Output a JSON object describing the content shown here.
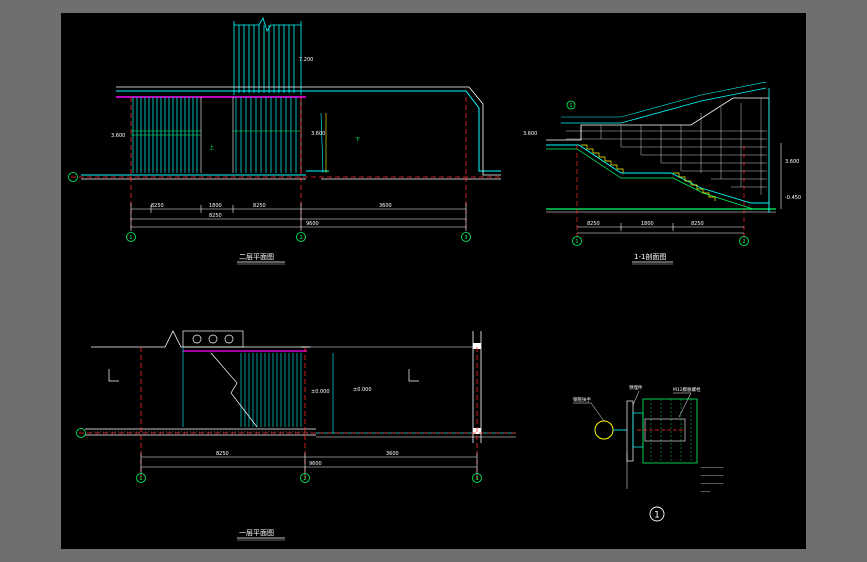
{
  "colors": {
    "frame_bg": "#6f6f6f",
    "drawing_bg": "#000000",
    "axis_red": "#ff2a2a",
    "wall_white": "#ffffff",
    "cyan": "#00ffff",
    "green": "#00ff66",
    "yellow": "#ffff00",
    "magenta": "#ff00ff",
    "label_yellow": "#e8e800"
  },
  "drawings": {
    "plan_second_floor": {
      "title": "二层平面图",
      "axis_left": "1",
      "axis_mid": "2",
      "axis_right": "3",
      "elev_top": "7.200",
      "elev_left": "3.600",
      "elev_mid": "3.600",
      "dim_segments": [
        "8250",
        "1800",
        "8250",
        "3600"
      ],
      "dim_totals": [
        "8250",
        "9600"
      ],
      "label_up": "上",
      "label_down": "下"
    },
    "section_1_1": {
      "title": "1-1剖面图",
      "axis_left": "1",
      "axis_right": "2",
      "elev_left": "3.600",
      "elev_right": "3.600",
      "elev_ground": "-0.450",
      "dims": [
        "8250",
        "1800",
        "8250"
      ],
      "section_mark": "1"
    },
    "plan_first_floor": {
      "title": "一层平面图",
      "axis_left": "1",
      "axis_mid": "2",
      "axis_right": "3",
      "elev_mid": "±0.000",
      "elev_right": "±0.000",
      "dims": [
        "8250",
        "3600"
      ],
      "total": "9600"
    },
    "detail_1": {
      "marker": "1",
      "notes": [
        "钢管扶手",
        "预埋件",
        "M12膨胀螺栓"
      ],
      "legend_lines": [
        "__________",
        "__________",
        "__________",
        "____"
      ]
    }
  }
}
